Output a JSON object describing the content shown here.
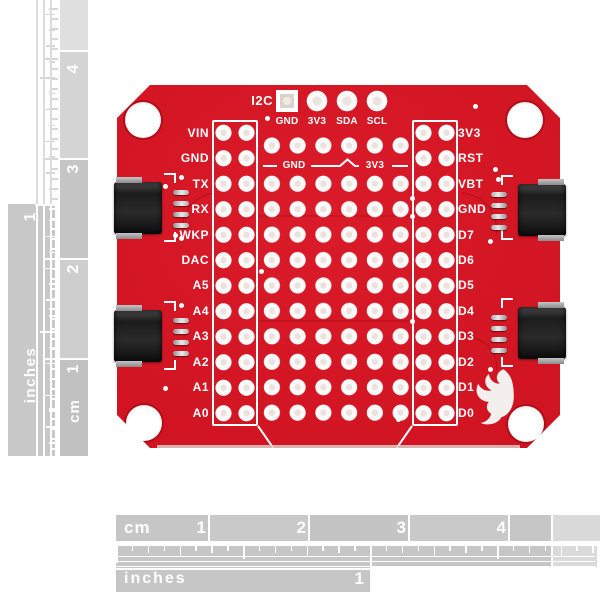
{
  "board": {
    "left_pins": [
      "VIN",
      "GND",
      "TX",
      "RX",
      "WKP",
      "DAC",
      "A5",
      "A4",
      "A3",
      "A2",
      "A1",
      "A0"
    ],
    "right_pins": [
      "3V3",
      "RST",
      "VBT",
      "GND",
      "D7",
      "D6",
      "D5",
      "D4",
      "D3",
      "D2",
      "D1",
      "D0"
    ],
    "i2c_label": "I2C",
    "i2c_pins": [
      "GND",
      "3V3",
      "SDA",
      "SCL"
    ],
    "rail_left": "GND",
    "rail_right": "3V3",
    "colors": {
      "pcb": "#d11422",
      "silkscreen": "#ffffff"
    }
  },
  "rulers": {
    "color": "#c6c6c6",
    "left_cm": {
      "unit": "cm",
      "numbers": [
        "4",
        "3",
        "2",
        "1"
      ]
    },
    "left_inches": {
      "unit": "inches",
      "numbers": [
        "1"
      ]
    },
    "bottom_cm": {
      "unit": "cm",
      "numbers": [
        "1",
        "2",
        "3",
        "4"
      ]
    },
    "bottom_inches": {
      "unit": "inches",
      "numbers": [
        "1"
      ]
    }
  },
  "icons": {
    "logo": "sparkfun-flame"
  }
}
